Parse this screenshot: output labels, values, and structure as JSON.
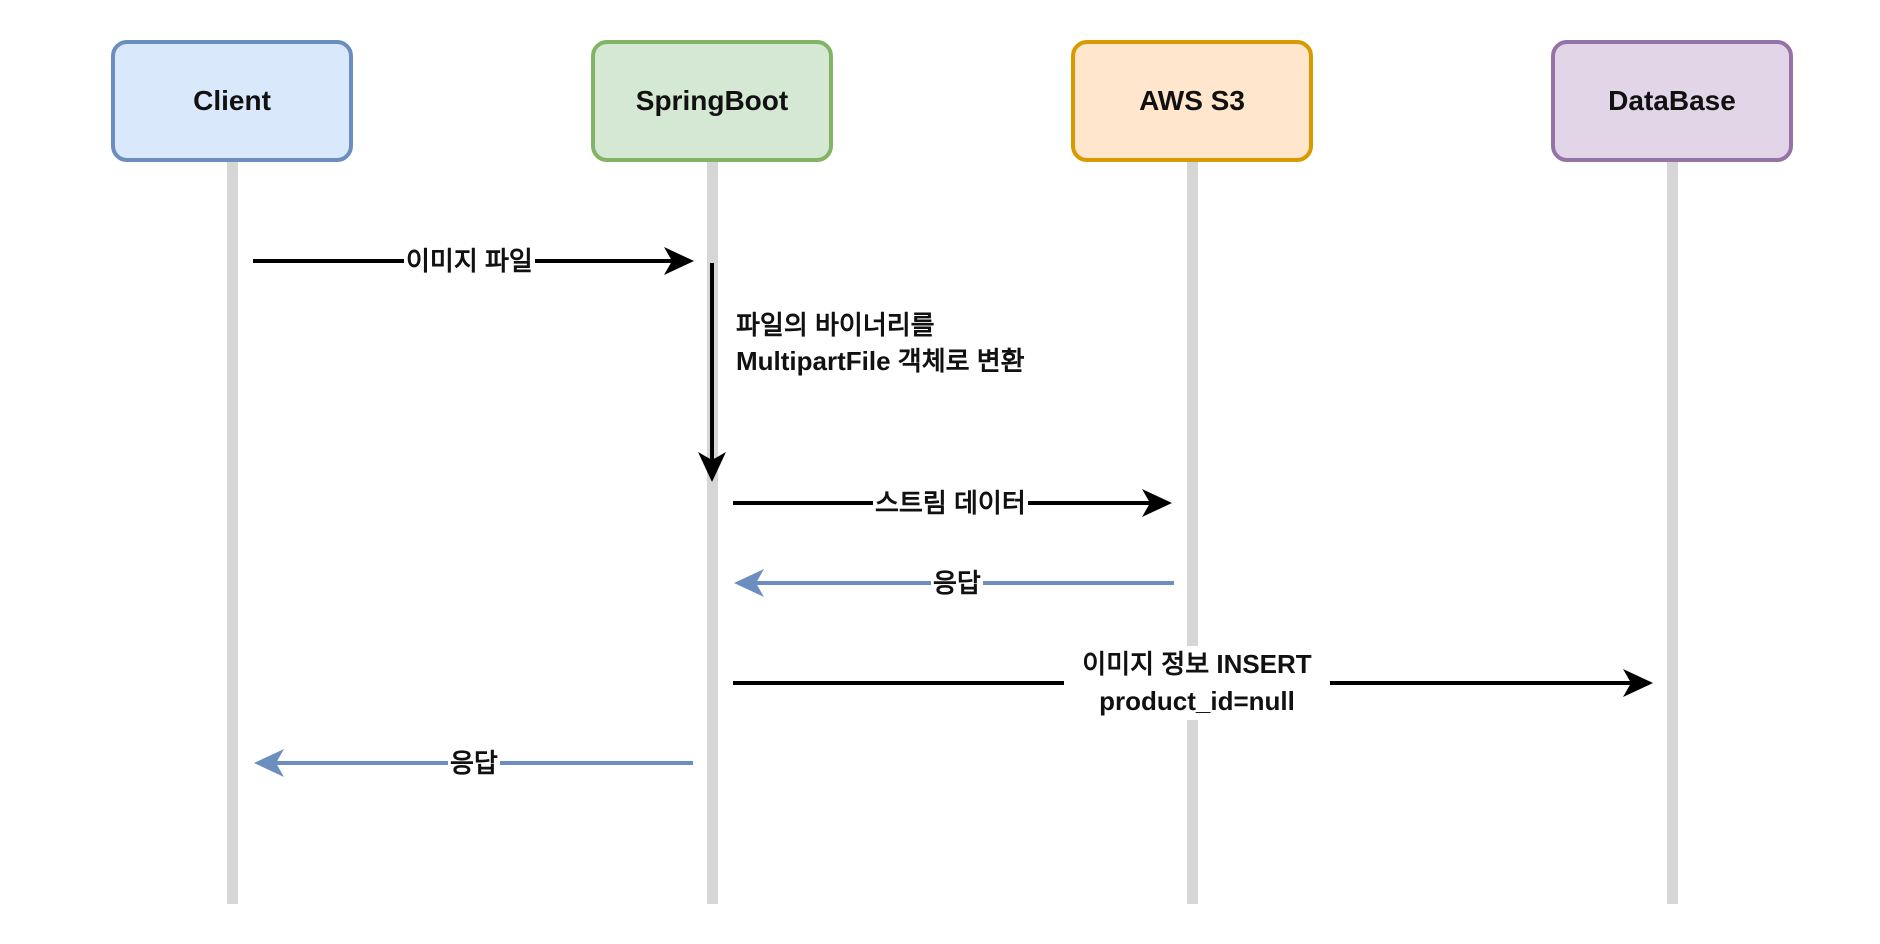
{
  "participants": [
    {
      "id": "client",
      "label": "Client",
      "fill": "#dae8fc",
      "stroke": "#6c8ebf"
    },
    {
      "id": "springboot",
      "label": "SpringBoot",
      "fill": "#d5e8d4",
      "stroke": "#82b366"
    },
    {
      "id": "aws-s3",
      "label": "AWS S3",
      "fill": "#ffe6cc",
      "stroke": "#d79b00"
    },
    {
      "id": "database",
      "label": "DataBase",
      "fill": "#e1d5e7",
      "stroke": "#9673a6"
    }
  ],
  "messages": [
    {
      "id": "m1",
      "from": "client",
      "to": "springboot",
      "label": "이미지 파일",
      "color": "#000000"
    },
    {
      "id": "m2",
      "from": "springboot",
      "to": "springboot",
      "label_line1": "파일의 바이너리를",
      "label_line2": "MultipartFile 객체로 변환",
      "color": "#000000"
    },
    {
      "id": "m3",
      "from": "springboot",
      "to": "aws-s3",
      "label": "스트림 데이터",
      "color": "#000000"
    },
    {
      "id": "m4",
      "from": "aws-s3",
      "to": "springboot",
      "label": "응답",
      "color": "#6c8ebf"
    },
    {
      "id": "m5",
      "from": "springboot",
      "to": "database",
      "label_line1": "이미지 정보 INSERT",
      "label_line2": "product_id=null",
      "color": "#000000"
    },
    {
      "id": "m6",
      "from": "springboot",
      "to": "client",
      "label": "응답",
      "color": "#6c8ebf"
    }
  ]
}
